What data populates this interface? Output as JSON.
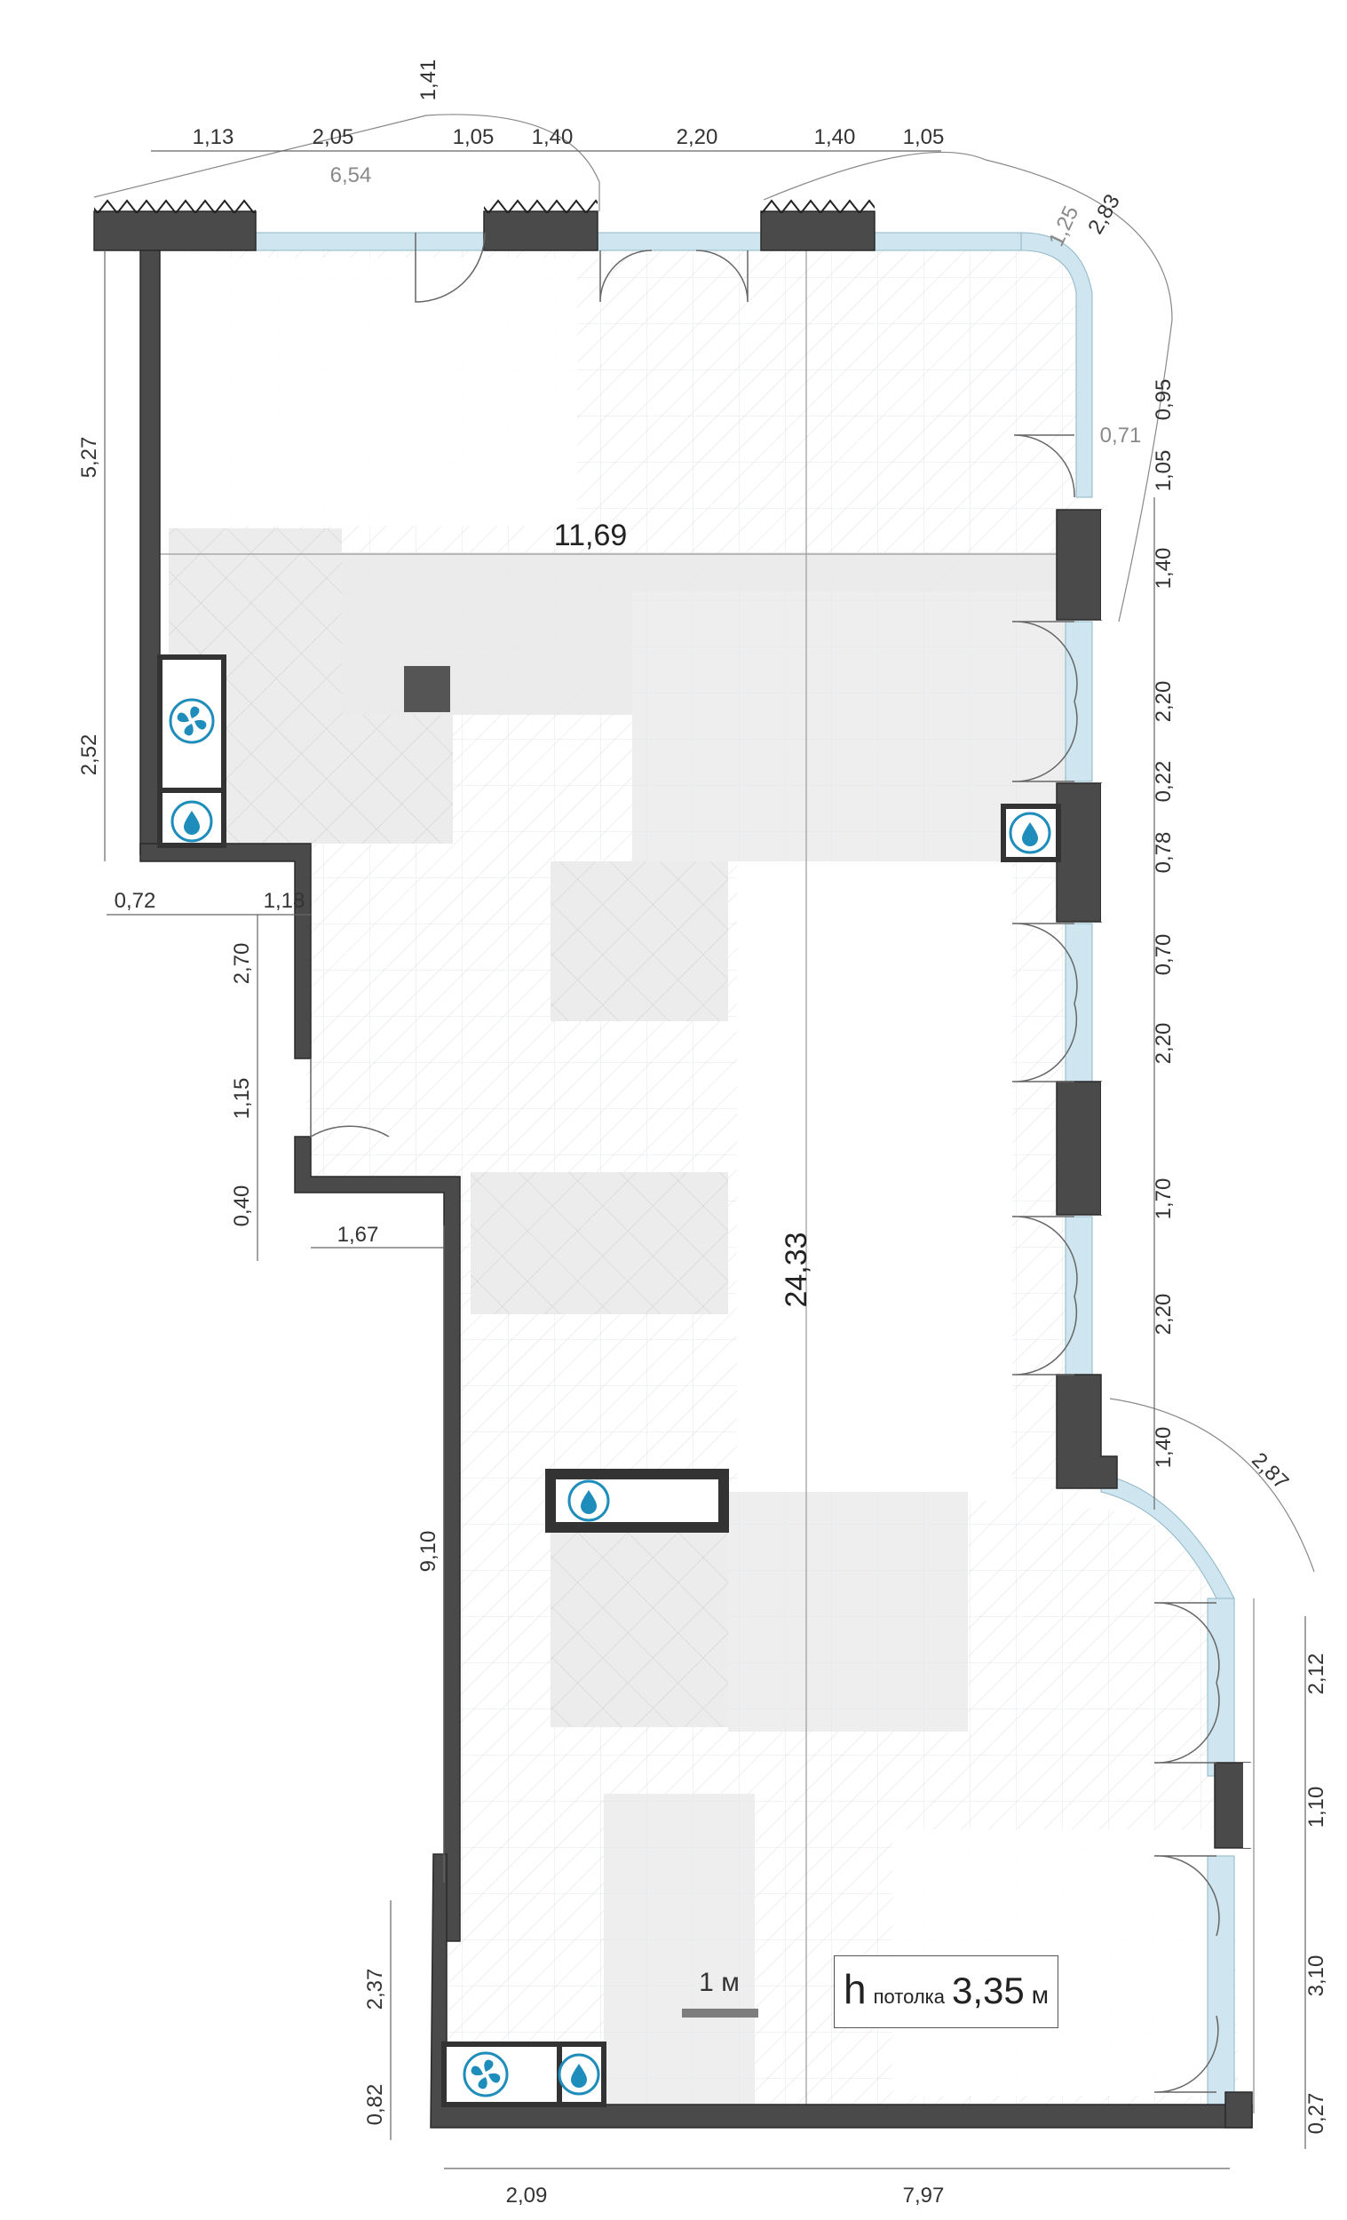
{
  "plan": {
    "total_length": "24,33",
    "total_width": "11,69",
    "ceiling": {
      "symbol": "h",
      "label": "потолка",
      "value": "3,35",
      "unit": "м"
    },
    "scale_label": "1 м",
    "dims_top": [
      "1,13",
      "2,05",
      "1,41",
      "1,05",
      "1,40",
      "2,20",
      "1,40",
      "1,05"
    ],
    "dim_top_grey": "6,54",
    "dims_right": [
      "2,83",
      "1,25",
      "0,95",
      "0,71",
      "1,05",
      "1,40",
      "2,20",
      "0,22",
      "0,78",
      "0,70",
      "2,20",
      "1,70",
      "2,20",
      "1,40",
      "2,87",
      "2,12",
      "1,10",
      "3,10",
      "0,27"
    ],
    "dims_left": [
      "5,27",
      "2,52",
      "0,72",
      "1,18",
      "2,70",
      "1,15",
      "0,40",
      "1,67",
      "9,10",
      "2,37",
      "0,82"
    ],
    "dims_bottom": [
      "2,09",
      "7,97"
    ]
  },
  "colors": {
    "wall": "#4a4a4a",
    "glass": "#cfe6f0",
    "zone": "#ececec",
    "icon": "#1f8dbb"
  },
  "icons": [
    "fan-icon",
    "water-drop-icon"
  ]
}
